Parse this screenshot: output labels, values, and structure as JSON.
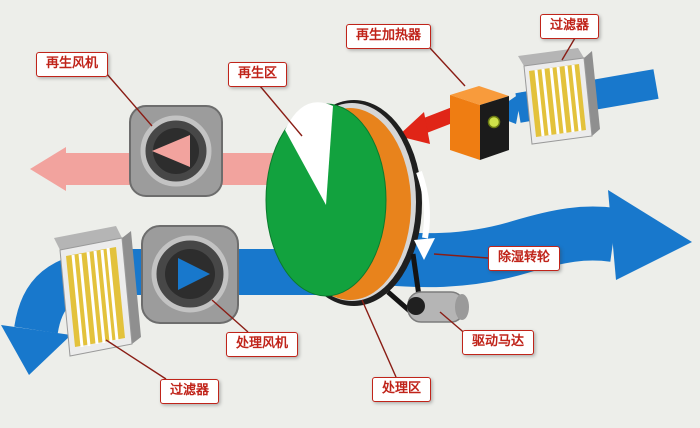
{
  "labels": {
    "regen_fan": "再生风机",
    "regen_zone": "再生区",
    "regen_heater": "再生加热器",
    "filter_top": "过滤器",
    "dehumid_wheel": "除湿转轮",
    "drive_motor": "驱动马达",
    "process_zone": "处理区",
    "process_fan": "处理风机",
    "filter_bottom": "过滤器"
  },
  "colors": {
    "background": "#edeeea",
    "process_air": "#1878cc",
    "regen_exhaust": "#f2a39e",
    "hot_air": "#e02517",
    "wheel_green": "#12a23e",
    "filter_yellow": "#e3c23c",
    "heater_orange": "#ef7d12",
    "label_red": "#c0241a",
    "connector": "#8a1d15"
  }
}
